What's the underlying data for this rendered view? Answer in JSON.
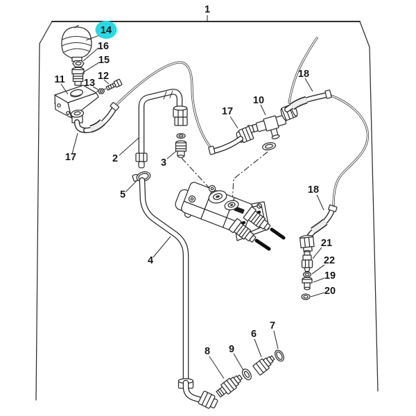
{
  "diagram": {
    "kind": "exploded-parts-diagram",
    "background": "#ffffff",
    "line_color": "#2b2b2b",
    "highlight": {
      "part": "14",
      "color": "#2bd8e0"
    },
    "callouts": [
      {
        "id": "frame",
        "text": "1",
        "highlighted": false
      },
      {
        "id": "accumulator",
        "text": "14",
        "highlighted": true
      },
      {
        "id": "nut-16",
        "text": "16",
        "highlighted": false
      },
      {
        "id": "fitting-15",
        "text": "15",
        "highlighted": false
      },
      {
        "id": "bracket",
        "text": "11",
        "highlighted": false
      },
      {
        "id": "bolt-12",
        "text": "12",
        "highlighted": false
      },
      {
        "id": "nut-13",
        "text": "13",
        "highlighted": false
      },
      {
        "id": "hose-17-left",
        "text": "17",
        "highlighted": false
      },
      {
        "id": "pipe-2",
        "text": "2",
        "highlighted": false
      },
      {
        "id": "fitting-3",
        "text": "3",
        "highlighted": false
      },
      {
        "id": "clamp-5",
        "text": "5",
        "highlighted": false
      },
      {
        "id": "pipe-4",
        "text": "4",
        "highlighted": false
      },
      {
        "id": "hose-17-mid",
        "text": "17",
        "highlighted": false
      },
      {
        "id": "tee-10",
        "text": "10",
        "highlighted": false
      },
      {
        "id": "hose-18-top",
        "text": "18",
        "highlighted": false
      },
      {
        "id": "hose-18-right",
        "text": "18",
        "highlighted": false
      },
      {
        "id": "fitting-21",
        "text": "21",
        "highlighted": false
      },
      {
        "id": "oring-22",
        "text": "22",
        "highlighted": false
      },
      {
        "id": "fitting-19",
        "text": "19",
        "highlighted": false
      },
      {
        "id": "oring-20",
        "text": "20",
        "highlighted": false
      },
      {
        "id": "fitting-8",
        "text": "8",
        "highlighted": false
      },
      {
        "id": "washer-9",
        "text": "9",
        "highlighted": false
      },
      {
        "id": "fitting-6",
        "text": "6",
        "highlighted": false
      },
      {
        "id": "oring-7",
        "text": "7",
        "highlighted": false
      }
    ]
  }
}
